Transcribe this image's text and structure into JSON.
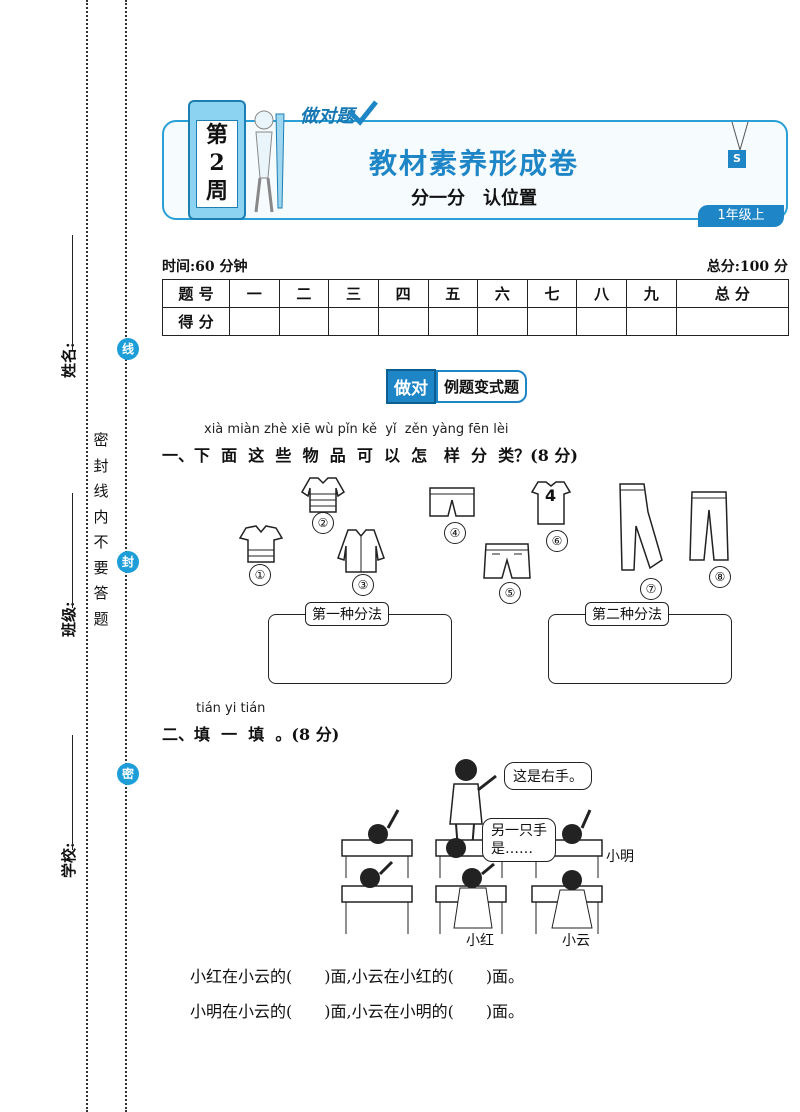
{
  "margin": {
    "name_label": "姓名:",
    "class_label": "班级:",
    "school_label": "学校:",
    "warning": "密封线内不要答题",
    "seal_xian": "线",
    "seal_feng": "封",
    "seal_mi": "密"
  },
  "header": {
    "week_line1": "第",
    "week_line2": "2",
    "week_line3": "周",
    "brand": "做对题",
    "title": "教材素养形成卷",
    "subtitle": "分一分　认位置",
    "grade": "1年级上",
    "tag": "S"
  },
  "meta": {
    "time": "时间:60 分钟",
    "total": "总分:100 分"
  },
  "score_table": {
    "row1": [
      "题 号",
      "一",
      "二",
      "三",
      "四",
      "五",
      "六",
      "七",
      "八",
      "九",
      "总 分"
    ],
    "row2_label": "得 分"
  },
  "section_badge": {
    "left": "做对",
    "right": "例题变式题"
  },
  "q1": {
    "pinyin": "xià miàn zhè xiē wù pǐn kě  yǐ  zěn yàng fēn lèi",
    "text": "一、下  面  这  些  物  品  可  以  怎   样  分  类？(8 分)",
    "numbers": [
      "①",
      "②",
      "③",
      "④",
      "⑤",
      "⑥",
      "⑦",
      "⑧"
    ],
    "shirt_number": "4",
    "box1": "第一种分法",
    "box2": "第二种分法"
  },
  "q2": {
    "pinyin": "tián yi tián",
    "text": "二、填  一  填  。(8 分)",
    "bubble1": "这是右手。",
    "bubble2_line1": "另一只手",
    "bubble2_line2": "是……",
    "label_xiaoming": "小明",
    "label_xiaohong": "小红",
    "label_xiaoyun": "小云",
    "line1": "小红在小云的(　　)面,小云在小红的(　　)面。",
    "line2": "小明在小云的(　　)面,小云在小明的(　　)面。"
  }
}
